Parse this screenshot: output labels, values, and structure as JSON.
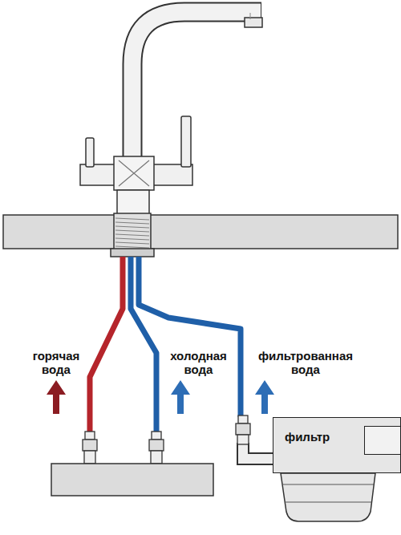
{
  "diagram": {
    "nodes": [
      {
        "text": [
          "фильтр"
        ]
      }
    ],
    "labels": [
      "горячая вода",
      "холодная вода",
      "фильтрованная вода"
    ]
  }
}
